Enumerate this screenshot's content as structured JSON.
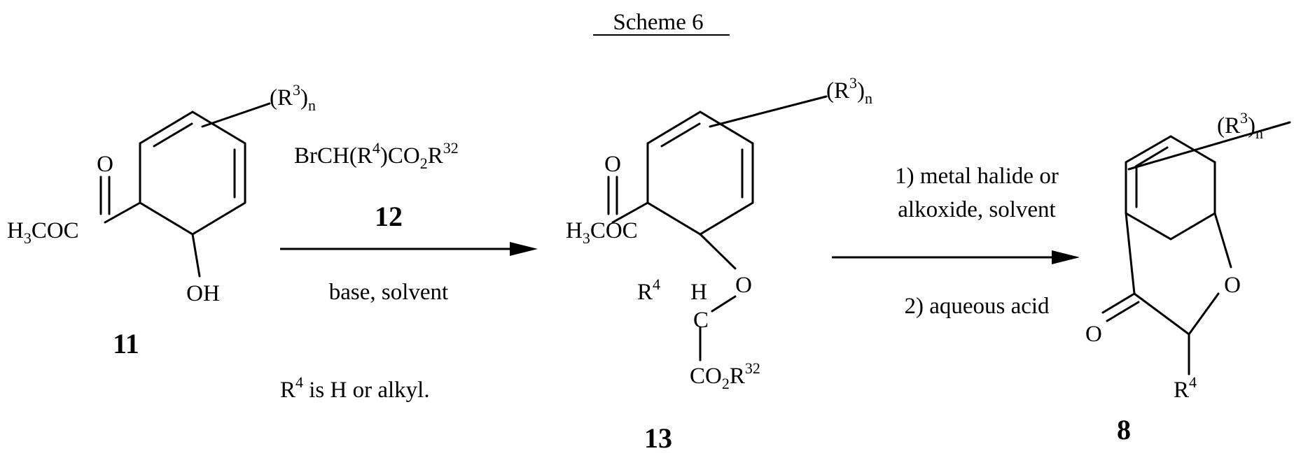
{
  "title": "Scheme 6",
  "compound_11": {
    "number": "11",
    "ester_label": {
      "base": "H",
      "sub": "3",
      "rest": "COC"
    },
    "carbonyl_o": "O",
    "hydroxyl": "OH",
    "substituent": {
      "open": "(R",
      "sup": "3",
      "close": ")",
      "sub": "n"
    }
  },
  "step_1": {
    "reagent": {
      "part_a": "BrCH(R",
      "sup_a": "4",
      "part_b": ")CO",
      "sub_b": "2",
      "part_c": "R",
      "sup_c": "32"
    },
    "reagent_number": "12",
    "conditions": "base, solvent",
    "note": {
      "part_a": "R",
      "sup_a": "4",
      "part_b": " is H or alkyl."
    }
  },
  "compound_13": {
    "number": "13",
    "ester_label": {
      "base": "H",
      "sub": "3",
      "rest": "COC"
    },
    "carbonyl_o": "O",
    "ether_o": "O",
    "ch_r4": {
      "part_a": "R",
      "sup_a": "4",
      "h": "H",
      "c": "C"
    },
    "co2r": {
      "part_a": "CO",
      "sub_a": "2",
      "part_b": "R",
      "sup_b": "32"
    },
    "substituent": {
      "open": "(R",
      "sup": "3",
      "close": ")",
      "sub": "n"
    }
  },
  "step_2": {
    "condition_1_line_1": "1)  metal halide or",
    "condition_1_line_2": "alkoxide, solvent",
    "condition_2": "2)  aqueous acid"
  },
  "compound_8": {
    "number": "8",
    "ketone_o": "O",
    "ring_o": "O",
    "r4": {
      "part_a": "R",
      "sup_a": "4"
    },
    "substituent": {
      "open": "(R",
      "sup": "3",
      "close": ")",
      "sub": "n"
    }
  }
}
